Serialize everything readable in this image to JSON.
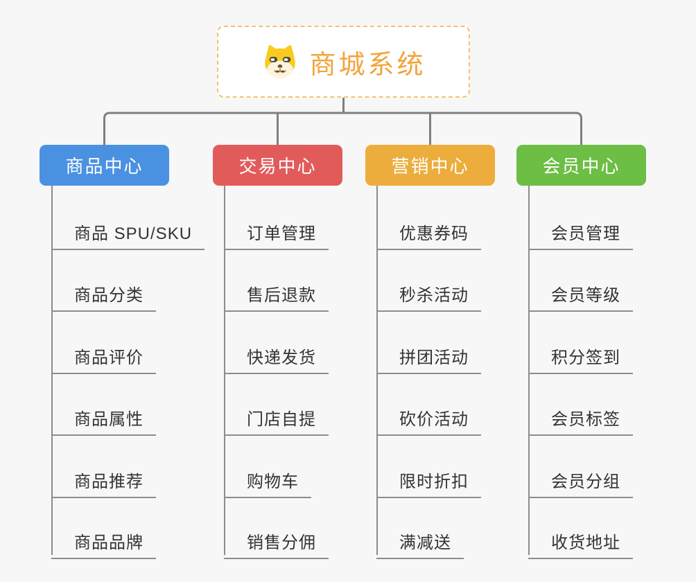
{
  "page": {
    "background_color": "#f7f7f7",
    "type": "mind-map-org-chart"
  },
  "colors": {
    "connector": "#7f7f7f",
    "underline": "#8c8c8c",
    "leaf_text": "#333333",
    "root_text": "#f2a43c",
    "root_border": "#f2c270",
    "root_background": "#ffffff"
  },
  "root": {
    "title": "商城系统",
    "icon": "dog-face-icon"
  },
  "branches": [
    {
      "label": "商品中心",
      "color": "#4b91e2",
      "items": [
        "商品 SPU/SKU",
        "商品分类",
        "商品评价",
        "商品属性",
        "商品推荐",
        "商品品牌"
      ]
    },
    {
      "label": "交易中心",
      "color": "#e25b5b",
      "items": [
        "订单管理",
        "售后退款",
        "快递发货",
        "门店自提",
        "购物车",
        "销售分佣"
      ]
    },
    {
      "label": "营销中心",
      "color": "#ecad3d",
      "items": [
        "优惠券码",
        "秒杀活动",
        "拼团活动",
        "砍价活动",
        "限时折扣",
        "满减送"
      ]
    },
    {
      "label": "会员中心",
      "color": "#6cbe44",
      "items": [
        "会员管理",
        "会员等级",
        "积分签到",
        "会员标签",
        "会员分组",
        "收货地址"
      ]
    }
  ]
}
